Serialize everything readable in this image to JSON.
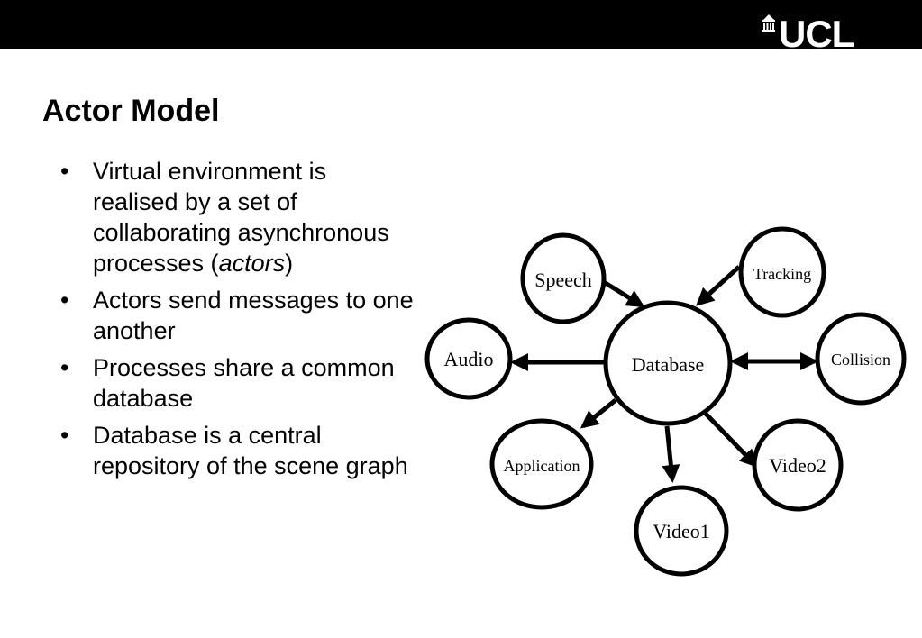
{
  "header": {
    "logo_text": "UCL"
  },
  "slide": {
    "title": "Actor Model",
    "bullets": [
      {
        "lead": "Virtual environment is realised by a set of collaborating asynchronous processes (",
        "emphasis": "actors",
        "tail": ")"
      },
      {
        "text": "Actors send messages to one another"
      },
      {
        "text": "Processes share a common database"
      },
      {
        "text": "Database is a central repository of the scene graph"
      }
    ],
    "bullet_symbol": "•"
  },
  "diagram": {
    "nodes": {
      "database": "Database",
      "speech": "Speech",
      "tracking": "Tracking",
      "audio": "Audio",
      "collision": "Collision",
      "application": "Application",
      "video1": "Video1",
      "video2": "Video2"
    },
    "edges": [
      {
        "from": "Speech",
        "to": "Database"
      },
      {
        "from": "Tracking",
        "to": "Database"
      },
      {
        "from": "Database",
        "to": "Audio"
      },
      {
        "from": "Database",
        "to": "Collision",
        "bidirectional": true
      },
      {
        "from": "Database",
        "to": "Application"
      },
      {
        "from": "Database",
        "to": "Video1"
      },
      {
        "from": "Database",
        "to": "Video2"
      }
    ]
  },
  "colors": {
    "header_bar": "#000000",
    "background": "#ffffff",
    "text": "#000000"
  }
}
